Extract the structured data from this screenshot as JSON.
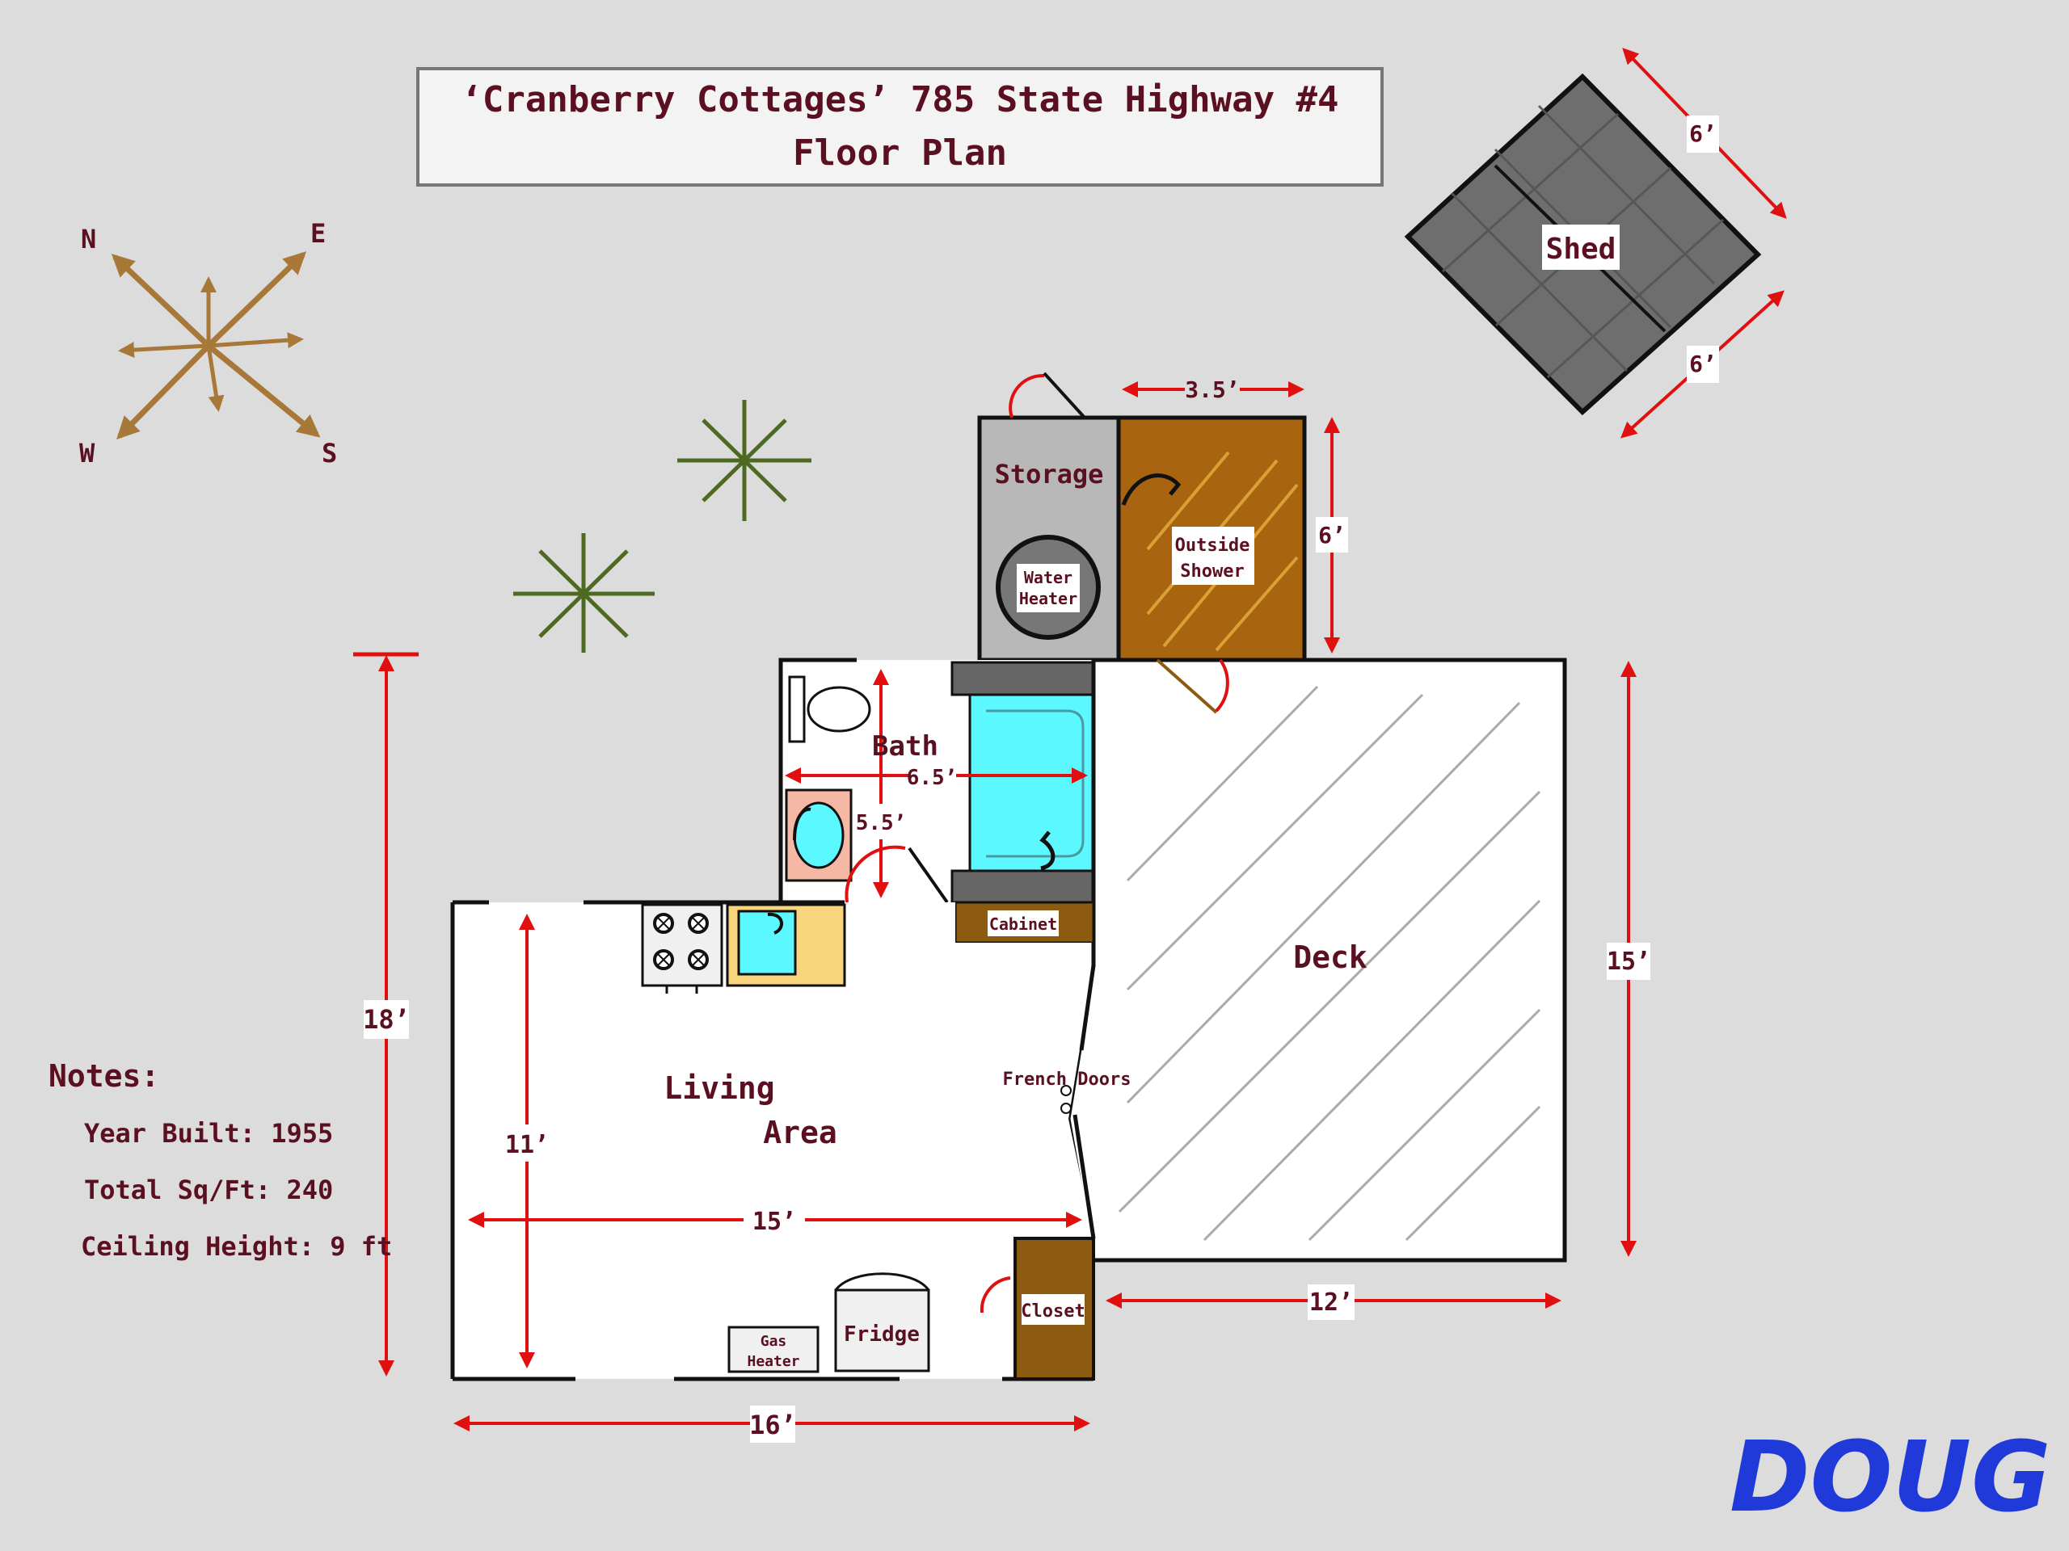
{
  "title": {
    "line1": "‘Cranberry Cottages’ 785 State Highway #4",
    "line2": "Floor Plan"
  },
  "compass": {
    "n": "N",
    "e": "E",
    "w": "W",
    "s": "S"
  },
  "rooms": {
    "shed": "Shed",
    "storage": "Storage",
    "water_heater_1": "Water",
    "water_heater_2": "Heater",
    "outside_shower_1": "Outside",
    "outside_shower_2": "Shower",
    "bath": "Bath",
    "deck": "Deck",
    "cabinet": "Cabinet",
    "living_1": "Living",
    "living_2": "Area",
    "french_doors": "French Doors",
    "closet": "Closet",
    "fridge": "Fridge",
    "gas_heater_1": "Gas",
    "gas_heater_2": "Heater"
  },
  "dimensions": {
    "shed_top": "6’",
    "shed_bottom": "6’",
    "shower_width": "3.5’",
    "shower_height": "6’",
    "bath_width": "6.5’",
    "bath_height": "5.5’",
    "deck_height": "15’",
    "deck_width": "12’",
    "overall_height": "18’",
    "living_height": "11’",
    "living_width": "15’",
    "overall_width": "16’"
  },
  "notes": {
    "heading": "Notes:",
    "year_built": "Year Built: 1955",
    "total_sqft": "Total Sq/Ft: 240",
    "ceiling_height": "Ceiling Height: 9 ft"
  },
  "signature": "DOUG",
  "colors": {
    "background": "#dcdcdc",
    "text": "#5a1020",
    "dimension": "#e01010",
    "compass": "#a87838",
    "plant": "#4e6a22",
    "shed": "#6e6e6e",
    "storage": "#b8b8b8",
    "shower": "#a8640e",
    "tub": "#5cf8ff",
    "sink": "#f8d47c",
    "vanity": "#f4b8a4",
    "wood": "#8c5a10",
    "signature": "#1f3ad8"
  }
}
